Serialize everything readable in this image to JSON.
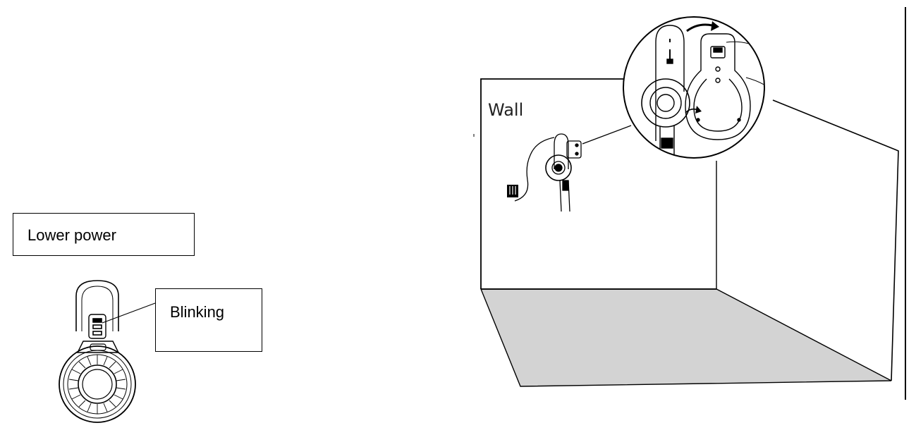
{
  "left_panel": {
    "status_label": "Lower power",
    "indicator_label": "Blinking"
  },
  "right_panel": {
    "wall_label": "Wall"
  },
  "colors": {
    "line": "#000000",
    "floor": "#d3d3d3",
    "background": "#ffffff"
  },
  "icons": [
    "vacuum-handle-icon",
    "wall-mount-bracket-icon",
    "charger-plug-icon",
    "rotate-arrow-icon"
  ]
}
